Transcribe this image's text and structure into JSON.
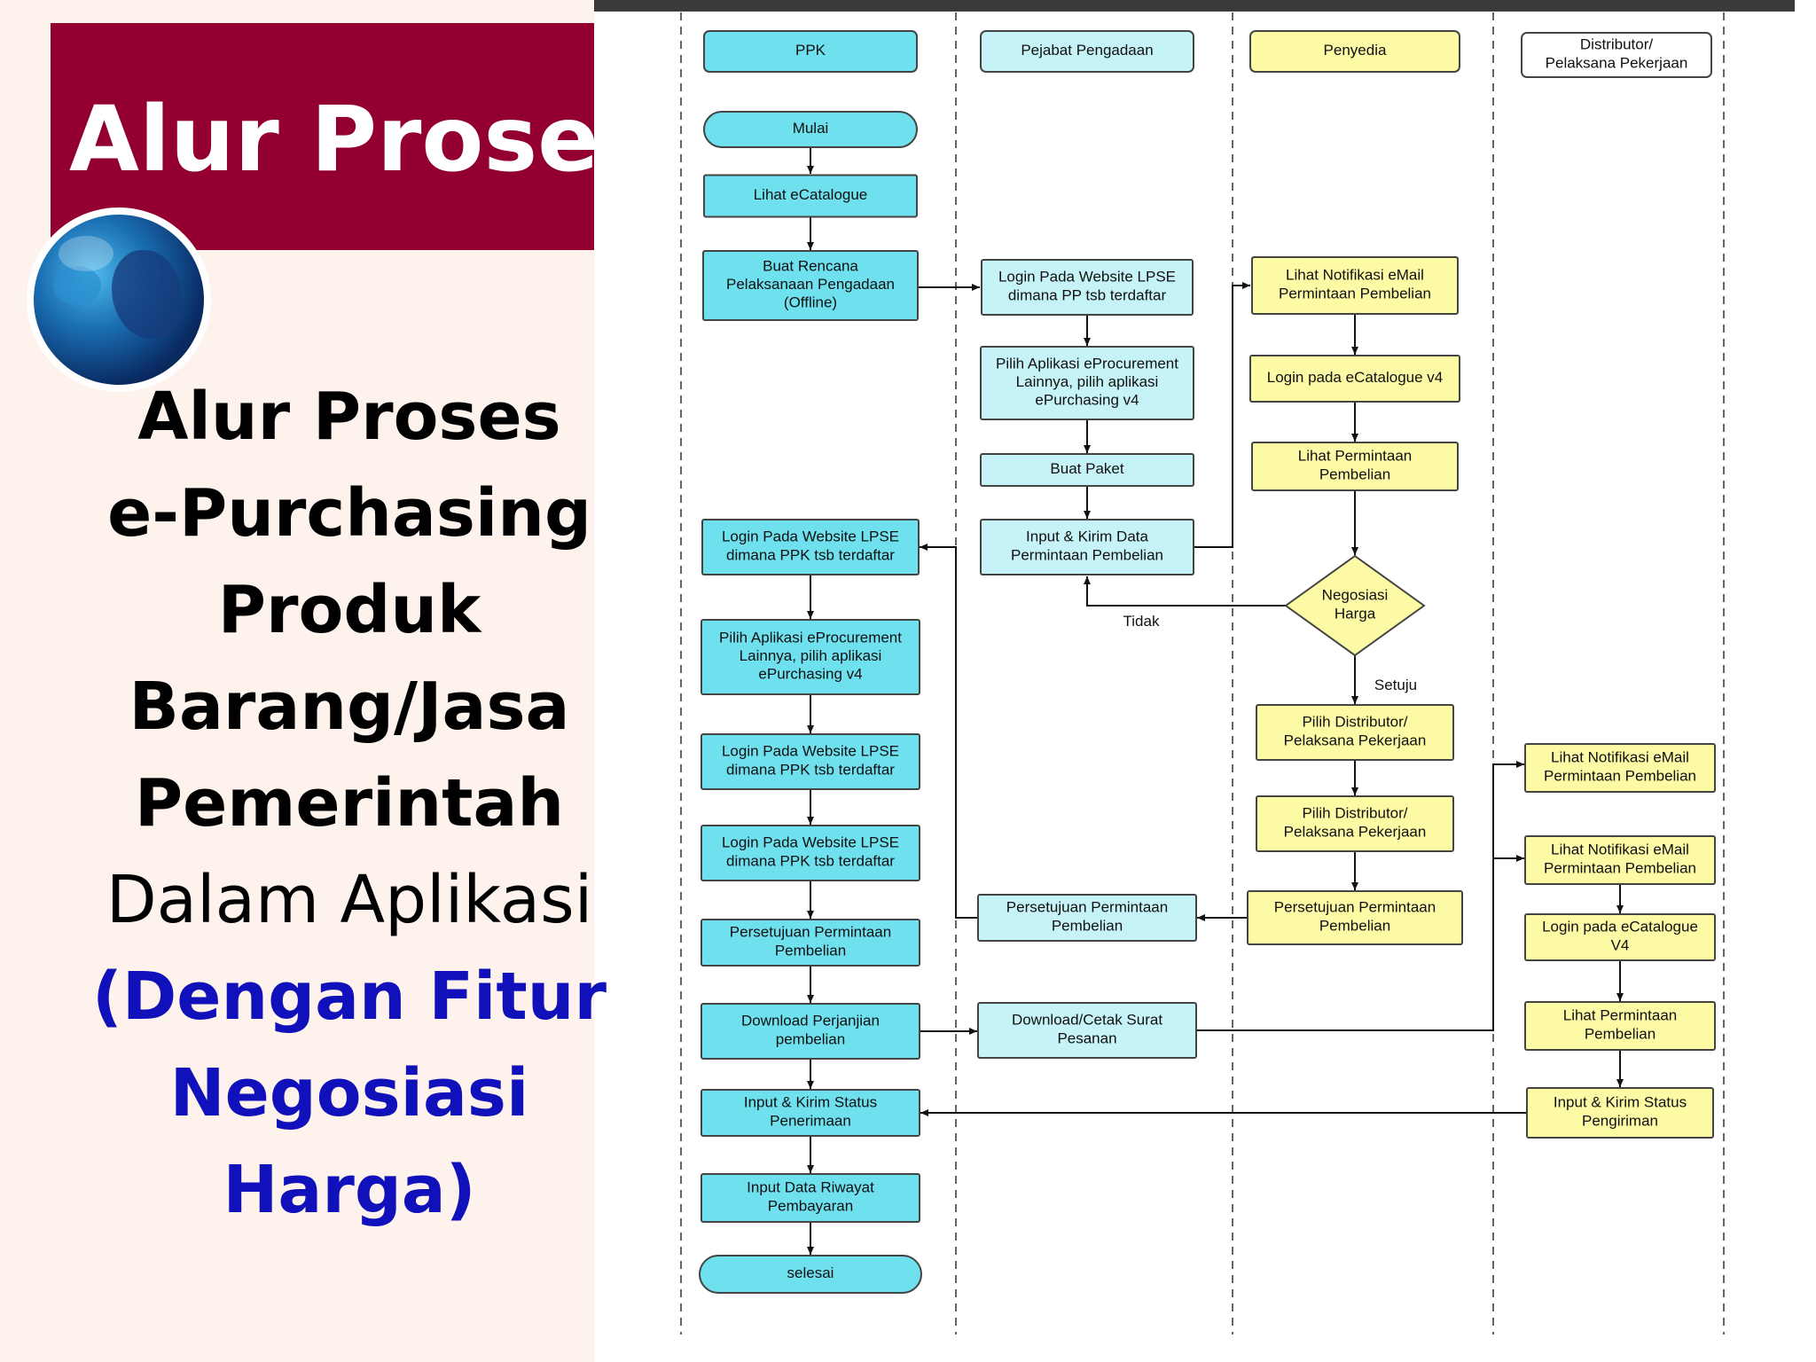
{
  "slide": {
    "title": "Alur Proses",
    "subtitle_lines": [
      {
        "text": "Alur Proses",
        "style": "bold"
      },
      {
        "text": "e-Purchasing",
        "style": "bold"
      },
      {
        "text": "Produk",
        "style": "bold"
      },
      {
        "text": "Barang/Jasa",
        "style": "bold"
      },
      {
        "text": "Pemerintah",
        "style": "bold"
      },
      {
        "text": "Dalam Aplikasi",
        "style": "normal"
      },
      {
        "text": "(Dengan Fitur",
        "style": "blue"
      },
      {
        "text": "Negosiasi",
        "style": "blue"
      },
      {
        "text": "Harga)",
        "style": "blue"
      }
    ],
    "logo_icon": "globe-icon",
    "colors": {
      "banner": "#930030",
      "blue_text": "#1111bb",
      "cyan_box": "#6fe0ee",
      "light_box": "#c6f3f8",
      "yellow_box": "#fdfaa5"
    }
  },
  "diagram": {
    "lanes": [
      {
        "id": "ppk",
        "label": "PPK"
      },
      {
        "id": "pp",
        "label": "Pejabat Pengadaan"
      },
      {
        "id": "penyedia",
        "label": "Penyedia"
      },
      {
        "id": "distributor",
        "label": "Distributor/\nPelaksana Pekerjaan"
      }
    ],
    "nodes": [
      {
        "id": "mulai",
        "text": "Mulai"
      },
      {
        "id": "p1",
        "text": "Lihat eCatalogue"
      },
      {
        "id": "p2",
        "text": "Buat Rencana\nPelaksanaan Pengadaan\n(Offline)"
      },
      {
        "id": "a1",
        "text": "Login Pada Website LPSE\ndimana PP tsb terdaftar"
      },
      {
        "id": "a2",
        "text": "Pilih Aplikasi eProcurement\nLainnya, pilih aplikasi\nePurchasing v4"
      },
      {
        "id": "a3",
        "text": "Buat Paket"
      },
      {
        "id": "a4",
        "text": "Input & Kirim Data\nPermintaan Pembelian"
      },
      {
        "id": "s1",
        "text": "Lihat Notifikasi eMail\nPermintaan Pembelian"
      },
      {
        "id": "s2",
        "text": "Login pada eCatalogue v4"
      },
      {
        "id": "s3",
        "text": "Lihat Permintaan\nPembelian"
      },
      {
        "id": "neg",
        "text": "Negosiasi\nHarga"
      },
      {
        "id": "s4",
        "text": "Pilih Distributor/\nPelaksana Pekerjaan"
      },
      {
        "id": "s5",
        "text": "Pilih Distributor/\nPelaksana Pekerjaan"
      },
      {
        "id": "s6",
        "text": "Persetujuan Permintaan\nPembelian"
      },
      {
        "id": "a5",
        "text": "Persetujuan Permintaan\nPembelian"
      },
      {
        "id": "a6",
        "text": "Download/Cetak Surat\nPesanan"
      },
      {
        "id": "p3",
        "text": "Login Pada Website LPSE\ndimana PPK tsb terdaftar"
      },
      {
        "id": "p4",
        "text": "Pilih Aplikasi eProcurement\nLainnya, pilih aplikasi\nePurchasing v4"
      },
      {
        "id": "p5",
        "text": "Login Pada Website LPSE\ndimana PPK tsb terdaftar"
      },
      {
        "id": "p6",
        "text": "Login Pada Website LPSE\ndimana PPK tsb terdaftar"
      },
      {
        "id": "p7",
        "text": "Persetujuan Permintaan\nPembelian"
      },
      {
        "id": "p8",
        "text": "Download Perjanjian\npembelian"
      },
      {
        "id": "p9",
        "text": "Input & Kirim Status\nPenerimaan"
      },
      {
        "id": "p10",
        "text": "Input Data Riwayat\nPembayaran"
      },
      {
        "id": "selesai",
        "text": "selesai"
      },
      {
        "id": "d1",
        "text": "Lihat Notifikasi eMail\nPermintaan Pembelian"
      },
      {
        "id": "d2",
        "text": "Lihat Notifikasi eMail\nPermintaan Pembelian"
      },
      {
        "id": "d3",
        "text": "Login pada eCatalogue\nV4"
      },
      {
        "id": "d4",
        "text": "Lihat Permintaan\nPembelian"
      },
      {
        "id": "d5",
        "text": "Input & Kirim Status\nPengiriman"
      }
    ],
    "edges": [
      {
        "from": "mulai",
        "to": "p1"
      },
      {
        "from": "p1",
        "to": "p2"
      },
      {
        "from": "p2",
        "to": "a1"
      },
      {
        "from": "a1",
        "to": "a2"
      },
      {
        "from": "a2",
        "to": "a3"
      },
      {
        "from": "a3",
        "to": "a4"
      },
      {
        "from": "a4",
        "to": "s1"
      },
      {
        "from": "s1",
        "to": "s2"
      },
      {
        "from": "s2",
        "to": "s3"
      },
      {
        "from": "s3",
        "to": "neg"
      },
      {
        "from": "neg",
        "to": "a4",
        "label": "Tidak"
      },
      {
        "from": "neg",
        "to": "s4",
        "label": "Setuju"
      },
      {
        "from": "s4",
        "to": "s5"
      },
      {
        "from": "s5",
        "to": "s6"
      },
      {
        "from": "s6",
        "to": "a5"
      },
      {
        "from": "a5",
        "to": "p3"
      },
      {
        "from": "p3",
        "to": "p4"
      },
      {
        "from": "p4",
        "to": "p5"
      },
      {
        "from": "p5",
        "to": "p6"
      },
      {
        "from": "p6",
        "to": "p7"
      },
      {
        "from": "p7",
        "to": "p8"
      },
      {
        "from": "p8",
        "to": "a6"
      },
      {
        "from": "a6",
        "to": "d1"
      },
      {
        "from": "a6",
        "to": "d2"
      },
      {
        "from": "d2",
        "to": "d3"
      },
      {
        "from": "d3",
        "to": "d4"
      },
      {
        "from": "d4",
        "to": "d5"
      },
      {
        "from": "d5",
        "to": "p9"
      },
      {
        "from": "p8",
        "to": "p9"
      },
      {
        "from": "p9",
        "to": "p10"
      },
      {
        "from": "p10",
        "to": "selesai"
      }
    ],
    "labels": [
      {
        "id": "tidak",
        "text": "Tidak"
      },
      {
        "id": "setuju",
        "text": "Setuju"
      }
    ]
  }
}
